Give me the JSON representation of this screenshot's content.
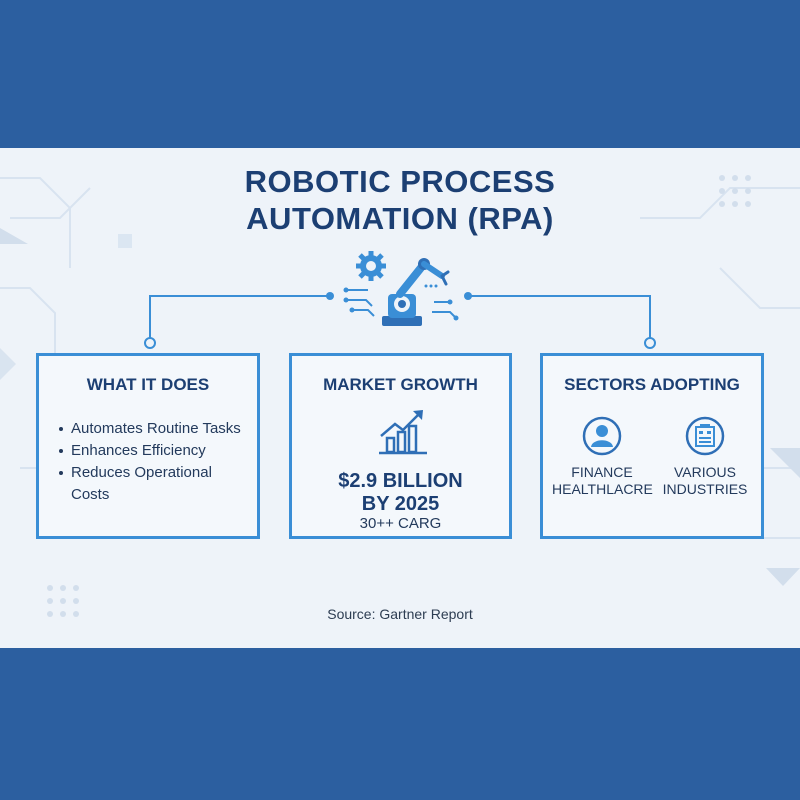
{
  "title": {
    "line1": "ROBOTIC PROCESS",
    "line2": "AUTOMATION (RPA)"
  },
  "icons": {
    "robot": "robotic-arm-icon",
    "gear": "gear-icon",
    "growth": "bar-chart-growth-icon",
    "finance": "person-icon",
    "industries": "building-icon"
  },
  "colors": {
    "brand_dark": "#2c5fa0",
    "title": "#1c3f73",
    "accent": "#3a8ed6",
    "panel": "#eef3f9"
  },
  "cards": {
    "what_it_does": {
      "title": "WHAT IT DOES",
      "items": [
        "Automates Routine Tasks",
        "Enhances Efficiency",
        "Reduces Operational Costs"
      ]
    },
    "market_growth": {
      "title": "MARKET GROWTH",
      "amount_line1": "$2.9 BILLION",
      "amount_line2": "BY 2025",
      "cagr": "30++ CARG"
    },
    "sectors": {
      "title": "SECTORS ADOPTING",
      "left_line1": "FINANCE",
      "left_line2": "HEALTHLACRE",
      "right_line1": "VARIOUS",
      "right_line2": "INDUSTRIES"
    }
  },
  "source": "Source: Gartner Report"
}
